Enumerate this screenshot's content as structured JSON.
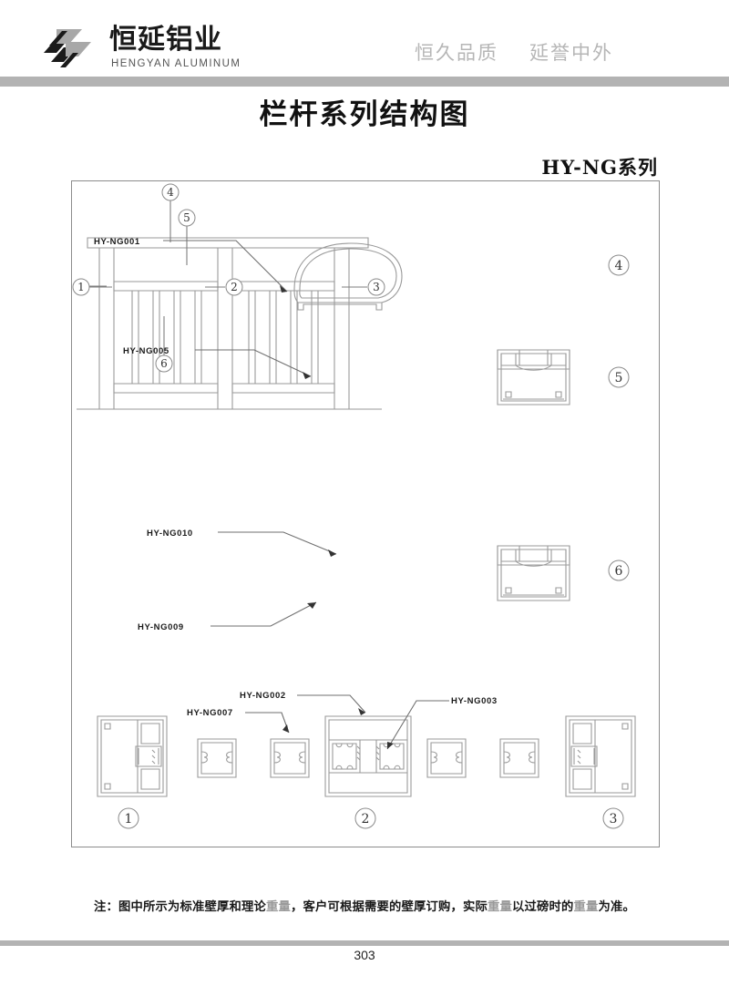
{
  "header": {
    "brand_cn": "恒延铝业",
    "brand_en": "HENGYAN ALUMINUM",
    "logo_icon": "hengyan-h-logo",
    "tagline_left": "恒久品质",
    "tagline_right": "延誉中外",
    "band_color": "#b3b3b3",
    "tagline_color": "#b6b6b6"
  },
  "title": "栏杆系列结构图",
  "series_label": "HY-NG系列",
  "drawing": {
    "assembly": {
      "name": "railing-elevation",
      "callouts": [
        {
          "id": "c1",
          "text": "①",
          "target": "left-post"
        },
        {
          "id": "c2",
          "text": "②",
          "target": "middle-post"
        },
        {
          "id": "c3",
          "text": "③",
          "target": "right-post"
        },
        {
          "id": "c4",
          "text": "④",
          "target": "handrail"
        },
        {
          "id": "c5",
          "text": "⑤",
          "target": "upper-rail"
        },
        {
          "id": "c6",
          "text": "⑥",
          "target": "lower-rail"
        }
      ]
    },
    "profiles": [
      {
        "code": "HY-NG001",
        "group": "④",
        "shape": "dome-handrail"
      },
      {
        "code": "HY-NG005",
        "group": "⑤",
        "shape": "rail-box-with-channel"
      },
      {
        "code": "HY-NG010",
        "group": "⑥",
        "shape": "channel-cap"
      },
      {
        "code": "HY-NG009",
        "group": "⑥",
        "shape": "rail-box"
      },
      {
        "code": "HY-NG007",
        "group": "①",
        "shape": "small-square-tube"
      },
      {
        "code": "HY-NG002",
        "group": "②",
        "shape": "h-section-top-flange"
      },
      {
        "code": "HY-NG003",
        "group": "②",
        "shape": "h-section-cavity"
      }
    ],
    "group_markers": [
      {
        "text": "④",
        "for": "HY-NG001"
      },
      {
        "text": "⑤",
        "for": "HY-NG005"
      },
      {
        "text": "⑥",
        "for": "HY-NG010 / HY-NG009"
      }
    ],
    "bottom_markers": [
      {
        "text": "①",
        "for": "left-post-section"
      },
      {
        "text": "②",
        "for": "middle-post-section"
      },
      {
        "text": "③",
        "for": "right-post-section"
      }
    ]
  },
  "note": {
    "prefix": "注：图中所示为标准壁厚和理论",
    "w1": "重量",
    "mid1": "，客户可根据需要的壁厚订购，实际",
    "w2": "重量",
    "mid2": "以过磅时的",
    "w3": "重量",
    "suffix": "为准。"
  },
  "page_number": "303"
}
